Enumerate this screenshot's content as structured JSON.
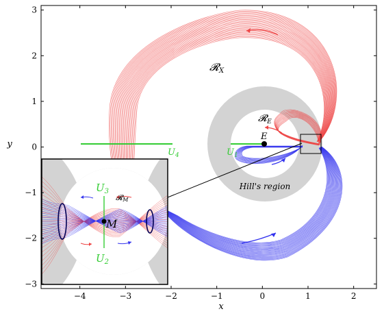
{
  "axes": {
    "xlabel": "x",
    "ylabel": "y",
    "xlim": [
      -4.85,
      2.5
    ],
    "ylim": [
      -3.1,
      3.1
    ],
    "xticks": [
      -4,
      -3,
      -2,
      -1,
      0,
      1,
      2
    ],
    "yticks": [
      -3,
      -2,
      -1,
      0,
      1,
      2,
      3
    ],
    "x_tick_labels": [
      "−4",
      "−3",
      "−2",
      "−1",
      "0",
      "1",
      "2"
    ],
    "y_tick_labels": [
      "−3",
      "−2",
      "−1",
      "0",
      "1",
      "2",
      "3"
    ]
  },
  "labels": {
    "rx": "𝓡X",
    "rx_main": "𝓡",
    "rx_sub": "X",
    "re_main": "𝓡",
    "re_sub": "E",
    "rm_main": "𝓡",
    "rm_sub": "M",
    "earth": "E",
    "moon": "M",
    "u1_main": "U",
    "u1_sub": "1",
    "u2_main": "U",
    "u2_sub": "2",
    "u3_main": "U",
    "u3_sub": "3",
    "u4_main": "U",
    "u4_sub": "4",
    "hills_region": "Hill's region"
  },
  "colors": {
    "red_tube": "#ee4444",
    "blue_tube": "#3333ee",
    "section": "#33cc33",
    "hill": "#d3d3d3",
    "frame": "#000000"
  }
}
